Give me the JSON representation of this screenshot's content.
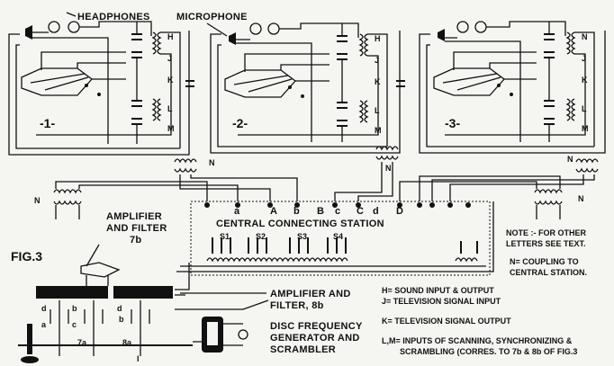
{
  "labels": {
    "headphones": "HEADPHONES",
    "microphone": "MICROPHONE",
    "station1": "-1-",
    "station2": "-2-",
    "station3": "-3-",
    "fig": "FIG.3",
    "central": "CENTRAL CONNECTING STATION",
    "amp7_l1": "AMPLIFIER",
    "amp7_l2": "AND FILTER",
    "amp7_l3": "7b",
    "amp8_l1": "AMPLIFIER AND",
    "amp8_l2": "FILTER, 8b",
    "disc_l1": "DISC FREQUENCY",
    "disc_l2": "GENERATOR AND",
    "disc_l3": "SCRAMBLER",
    "note_l1": "NOTE :- FOR OTHER",
    "note_l2": "LETTERS SEE TEXT.",
    "n_l1": "N= COUPLING TO",
    "n_l2": "CENTRAL STATION.",
    "h_line": "H= SOUND INPUT & OUTPUT",
    "j_line": "J= TELEVISION SIGNAL INPUT",
    "k_line": "K= TELEVISION SIGNAL OUTPUT",
    "lm_l1": "L,M= INPUTS OF SCANNING, SYNCHRONIZING &",
    "lm_l2": "SCRAMBLING (CORRES. TO 7b & 8b OF FIG.3",
    "shaft_7a": "7a",
    "shaft_8a": "8a",
    "switch_s1": "S1",
    "switch_s2": "S2",
    "switch_s3": "S3",
    "switch_s4": "S4",
    "term_a": "a",
    "term_A": "A",
    "term_b": "b",
    "term_B": "B",
    "term_c": "c",
    "term_C": "C",
    "term_d": "d",
    "term_D": "D",
    "coil_H": "H",
    "coil_J": "J",
    "coil_K": "K",
    "coil_L": "L",
    "coil_M": "M",
    "coil_N": "N",
    "shaft_d": "d",
    "shaft_b": "b",
    "shaft_a": "a",
    "shaft_c": "c",
    "shaft_I": "I"
  }
}
